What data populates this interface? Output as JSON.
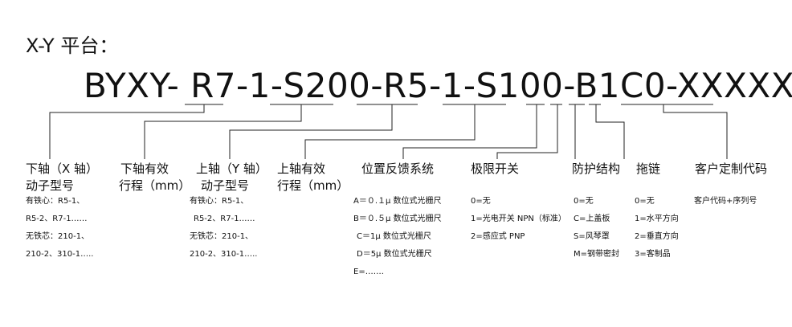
{
  "title": "X-Y 平台：",
  "model_code": "BYXY- R7-1-S200-R5-1-S100-B1C0-XXXXX",
  "columns": [
    {
      "header": [
        "下轴（X 轴）",
        "动子型号"
      ],
      "notes": [
        "有铁心：R5-1、",
        "R5-2、R7-1……",
        "无铁芯：210-1、",
        "210-2、310-1….."
      ]
    },
    {
      "header": [
        "下轴有效",
        "行程（mm）"
      ],
      "notes": []
    },
    {
      "header": [
        "上轴（Y 轴）",
        "动子型号"
      ],
      "notes": [
        "有铁心：R5-1、",
        "R5-2、R7-1……",
        "无铁芯：210-1、",
        "210-2、310-1….."
      ]
    },
    {
      "header": [
        "上轴有效",
        "行程（mm）"
      ],
      "notes": []
    },
    {
      "header": [
        "位置反馈系统"
      ],
      "notes": [
        "A＝０.１μ 数位式光栅尺",
        "B＝０.５μ 数位式光栅尺",
        "C＝1μ 数位式光栅尺",
        "D＝5μ 数位式光栅尺",
        "E=……."
      ]
    },
    {
      "header": [
        "极限开关"
      ],
      "notes": [
        "0=无",
        "1=光电开关 NPN（标准）",
        "2=感应式 PNP"
      ]
    },
    {
      "header": [
        "防护结构"
      ],
      "notes": [
        "0=无",
        "C=上盖板",
        "S=风琴罩",
        "M=钢带密封"
      ]
    },
    {
      "header": [
        "拖链"
      ],
      "notes": [
        "0=无",
        "1=水平方向",
        "2=垂直方向",
        "3=客制品"
      ]
    },
    {
      "header": [
        "客户定制代码"
      ],
      "notes": [
        "客户代码+序列号"
      ]
    }
  ]
}
